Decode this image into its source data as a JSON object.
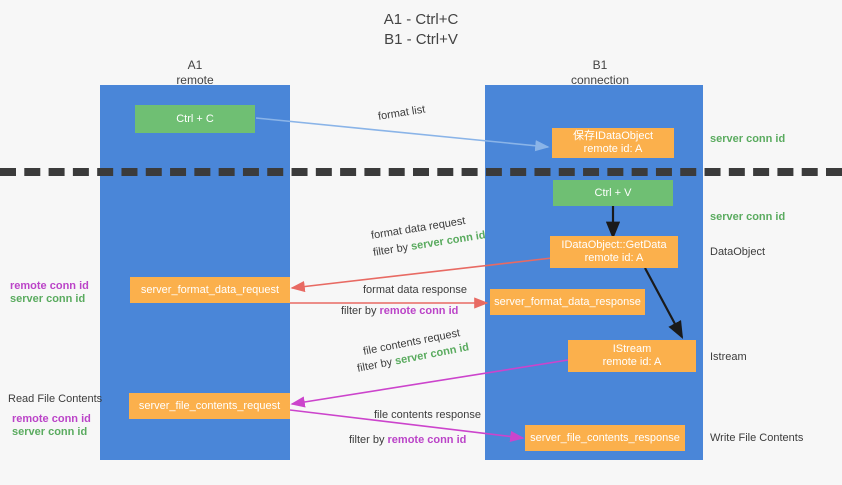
{
  "title": {
    "line1": "A1 - Ctrl+C",
    "line2": "B1 - Ctrl+V"
  },
  "columns": [
    {
      "name": "A1",
      "sub": "remote"
    },
    {
      "name": "B1",
      "sub": "connection"
    }
  ],
  "nodes": {
    "ctrl_c": {
      "line1": "Ctrl + C"
    },
    "ctrl_v": {
      "line1": "Ctrl + V"
    },
    "save_idataobject": {
      "line1": "保存IDataObject",
      "line2": "remote id: A"
    },
    "getdata": {
      "line1": "IDataObject::GetData",
      "line2": "remote id: A"
    },
    "istream": {
      "line1": "IStream",
      "line2": "remote id: A"
    },
    "format_data_request": {
      "line1": "server_format_data_request"
    },
    "format_data_response": {
      "line1": "server_format_data_response"
    },
    "file_contents_request": {
      "line1": "server_file_contents_request"
    },
    "file_contents_response": {
      "line1": "server_file_contents_response"
    }
  },
  "right_labels": {
    "server_conn_id_1": "server conn id",
    "server_conn_id_2": "server conn id",
    "dataobject": "DataObject",
    "istream": "Istream",
    "write_file_contents": "Write File Contents"
  },
  "left_labels": {
    "remote_conn_id_1": "remote conn id",
    "server_conn_id_1": "server conn id",
    "read_file_contents": "Read File Contents",
    "remote_conn_id_2": "remote conn id",
    "server_conn_id_2": "server conn id"
  },
  "edges": {
    "format_list": "format list",
    "format_data_request": "format data request",
    "format_data_request_filter_pre": "filter by ",
    "format_data_request_filter_key": "server conn id",
    "format_data_response": "format data response",
    "format_data_response_filter_pre": "filter by ",
    "format_data_response_filter_key": "remote conn id",
    "file_contents_request": "file contents request",
    "file_contents_request_filter_pre": "filter by ",
    "file_contents_request_filter_key": "server conn id",
    "file_contents_response": "file contents response",
    "file_contents_response_filter_pre": "filter by ",
    "file_contents_response_filter_key": "remote conn id"
  },
  "colors": {
    "lane": "#4a86d8",
    "green_node": "#6fbf73",
    "orange_node": "#fbb04c",
    "server_conn_id": "#5aab5f",
    "remote_conn_id": "#bb44c8",
    "arrow_blue": "#8ab4e8",
    "arrow_red": "#e86a63",
    "arrow_magenta": "#cc44cc",
    "arrow_black": "#1a1a1a",
    "divider": "#3b3b3b",
    "background": "#f7f7f7"
  }
}
